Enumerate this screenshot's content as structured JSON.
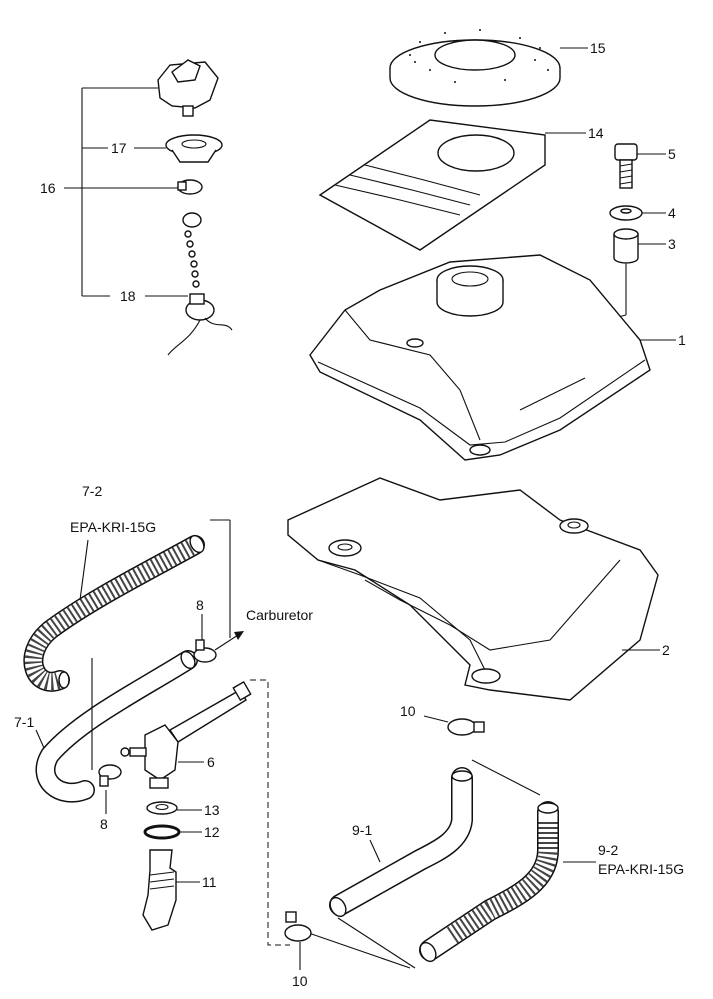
{
  "figure": {
    "labels": {
      "p1": "1",
      "p2": "2",
      "p3": "3",
      "p4": "4",
      "p5": "5",
      "p6": "6",
      "p7_1": "7-1",
      "p7_2": "7-2",
      "p7_2_spec": "EPA-KRI-15G",
      "p8a": "8",
      "p8b": "8",
      "p9_1": "9-1",
      "p9_2": "9-2",
      "p9_2_spec": "EPA-KRI-15G",
      "p10a": "10",
      "p10b": "10",
      "p11": "11",
      "p12": "12",
      "p13": "13",
      "p14": "14",
      "p15": "15",
      "p16": "16",
      "p17": "17",
      "p18": "18",
      "carburetor": "Carburetor"
    }
  }
}
